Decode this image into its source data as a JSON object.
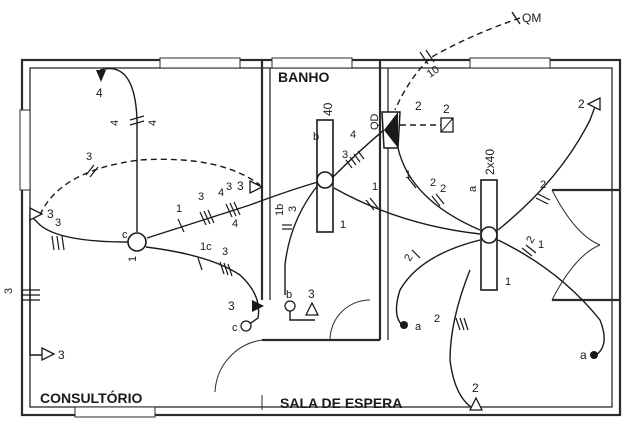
{
  "rooms": {
    "bath": "BANHO",
    "office": "CONSULTÓRIO",
    "waiting": "SALA DE ESPERA"
  },
  "panel": "QM",
  "distribution_box": "QD",
  "fixtures": {
    "office_lamp_id": "c",
    "office_lamp_circuit": "1",
    "bath_fixture_id": "b",
    "bath_fixture_power": "40",
    "bath_fixture_circuit": "1",
    "waiting_fixture_id": "a",
    "waiting_fixture_power": "2x40",
    "waiting_fixture_circuit": "1"
  },
  "codes": {
    "office_top_outlet": "4",
    "office_top_wire_a": "4",
    "office_top_wire_b": "4",
    "office_left_wire": "3",
    "office_left_outlet": "3",
    "office_left_outlet_b": "3",
    "office_edge_wire": "3",
    "office_bottom_outlet": "3",
    "diag_1": "1",
    "diag_3": "3",
    "diag_4": "4",
    "diag_4b": "4",
    "diag_3b": "3",
    "corridor_outlet": "3",
    "lower_1c": "1c",
    "lower_3": "3",
    "switch_3": "3",
    "switch_c": "c",
    "bath_wire_1b": "1b",
    "bath_wire_3": "3",
    "bath_switch_b": "b",
    "bath_switch_3": "3",
    "qd_4": "4",
    "qd_3": "3",
    "qd_1": "1",
    "qd_2": "2",
    "qd_10": "10",
    "qd_2_top": "2",
    "qd_2_box": "2",
    "waiting_1": "1",
    "waiting_2": "2",
    "waiting_2b": "2",
    "waiting_a": "a",
    "waiting_1b": "1",
    "waiting_2c": "2",
    "waiting_right_outlet": "2",
    "waiting_2d": "2",
    "waiting_right_a": "a",
    "waiting_bottom_outlet": "2",
    "waiting_left_2": "2"
  }
}
